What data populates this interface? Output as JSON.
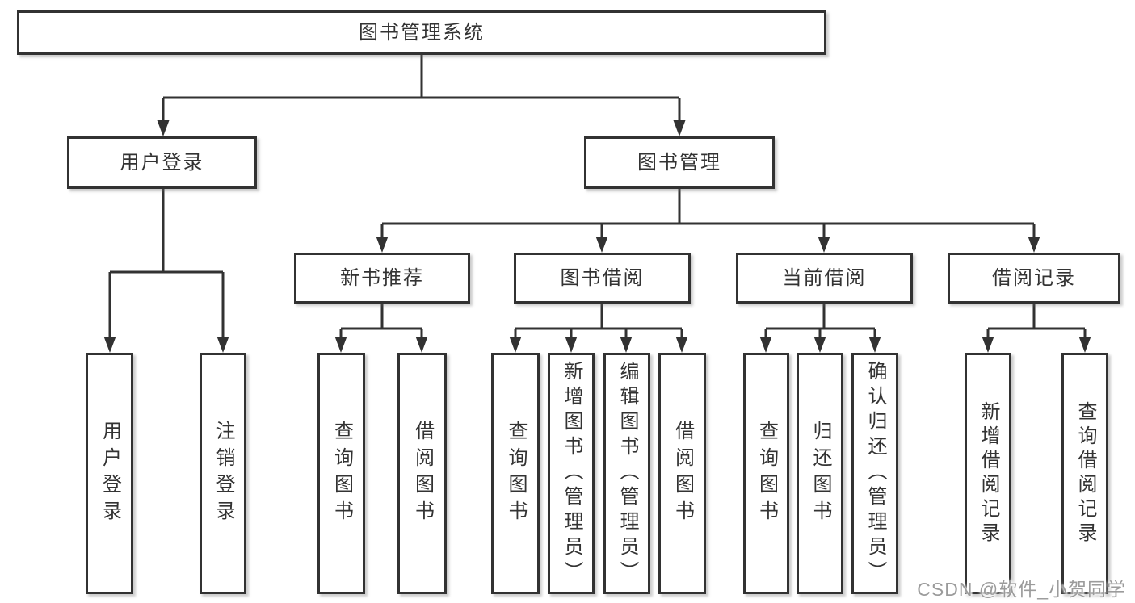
{
  "tree": {
    "label": "图书管理系统",
    "children": [
      {
        "label": "用户登录",
        "children": [
          {
            "label": "用户登录"
          },
          {
            "label": "注销登录"
          }
        ]
      },
      {
        "label": "图书管理",
        "children": [
          {
            "label": "新书推荐",
            "children": [
              {
                "label": "查询图书"
              },
              {
                "label": "借阅图书"
              }
            ]
          },
          {
            "label": "图书借阅",
            "children": [
              {
                "label": "查询图书"
              },
              {
                "label": "新增图书（管理员）"
              },
              {
                "label": "编辑图书（管理员）"
              },
              {
                "label": "借阅图书"
              }
            ]
          },
          {
            "label": "当前借阅",
            "children": [
              {
                "label": "查询图书"
              },
              {
                "label": "归还图书"
              },
              {
                "label": "确认归还（管理员）"
              }
            ]
          },
          {
            "label": "借阅记录",
            "children": [
              {
                "label": "新增借阅记录"
              },
              {
                "label": "查询借阅记录"
              }
            ]
          }
        ]
      }
    ]
  },
  "watermark": {
    "text": "CSDN @软件_小贺同学",
    "color": "#9b9b9b"
  },
  "colors": {
    "line": "#323232",
    "box_border": "#323232",
    "box_fill": "#ffffff",
    "text": "#333333"
  }
}
